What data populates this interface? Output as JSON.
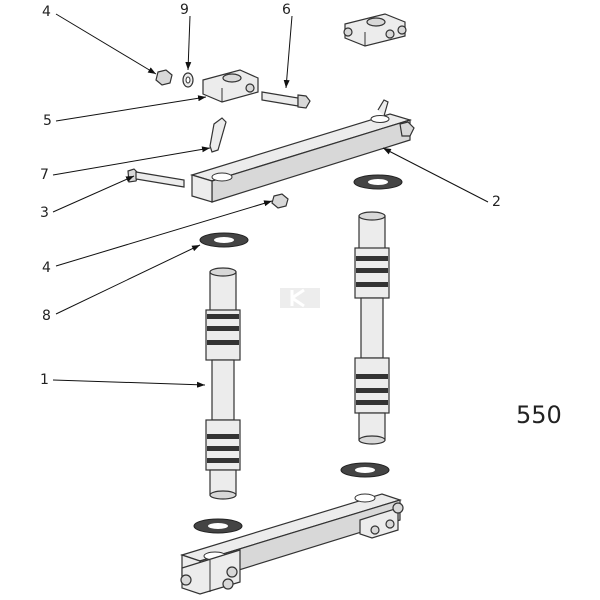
{
  "diagram": {
    "model_number": "550",
    "callouts": [
      {
        "label": "4"
      },
      {
        "label": "9"
      },
      {
        "label": "6"
      },
      {
        "label": "5"
      },
      {
        "label": "7"
      },
      {
        "label": "3"
      },
      {
        "label": "2"
      },
      {
        "label": "4"
      },
      {
        "label": "8"
      },
      {
        "label": "1"
      }
    ]
  }
}
